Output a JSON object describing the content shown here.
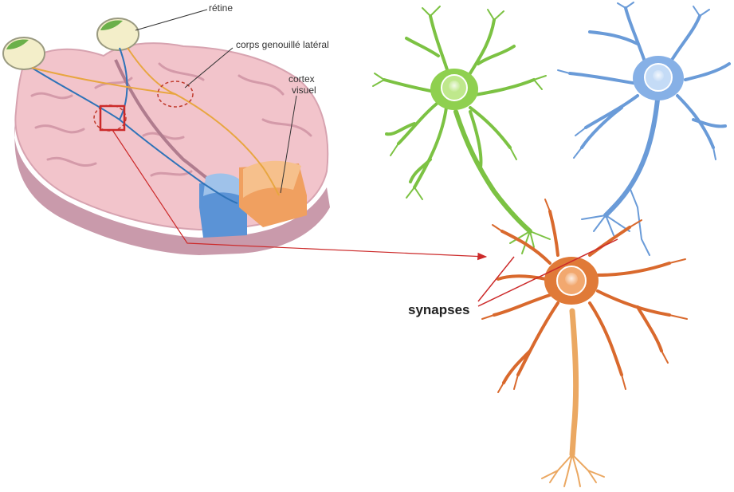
{
  "labels": {
    "retine": "rétine",
    "cgl": "corps genouillé latéral",
    "cortex_line1": "cortex",
    "cortex_line2": "visuel",
    "synapses": "synapses"
  },
  "colors": {
    "brain": "#f2c4cb",
    "brain_dark": "#c79aa8",
    "optic_blue": "#2f73b8",
    "optic_orange": "#e8a640",
    "cortex_orange": "#f0a060",
    "cortex_blue": "#5b93d6",
    "neuron_green": "#7cc243",
    "neuron_blue": "#6a9bd8",
    "neuron_orange": "#d9692d",
    "pointer_red": "#cc2a2a"
  }
}
